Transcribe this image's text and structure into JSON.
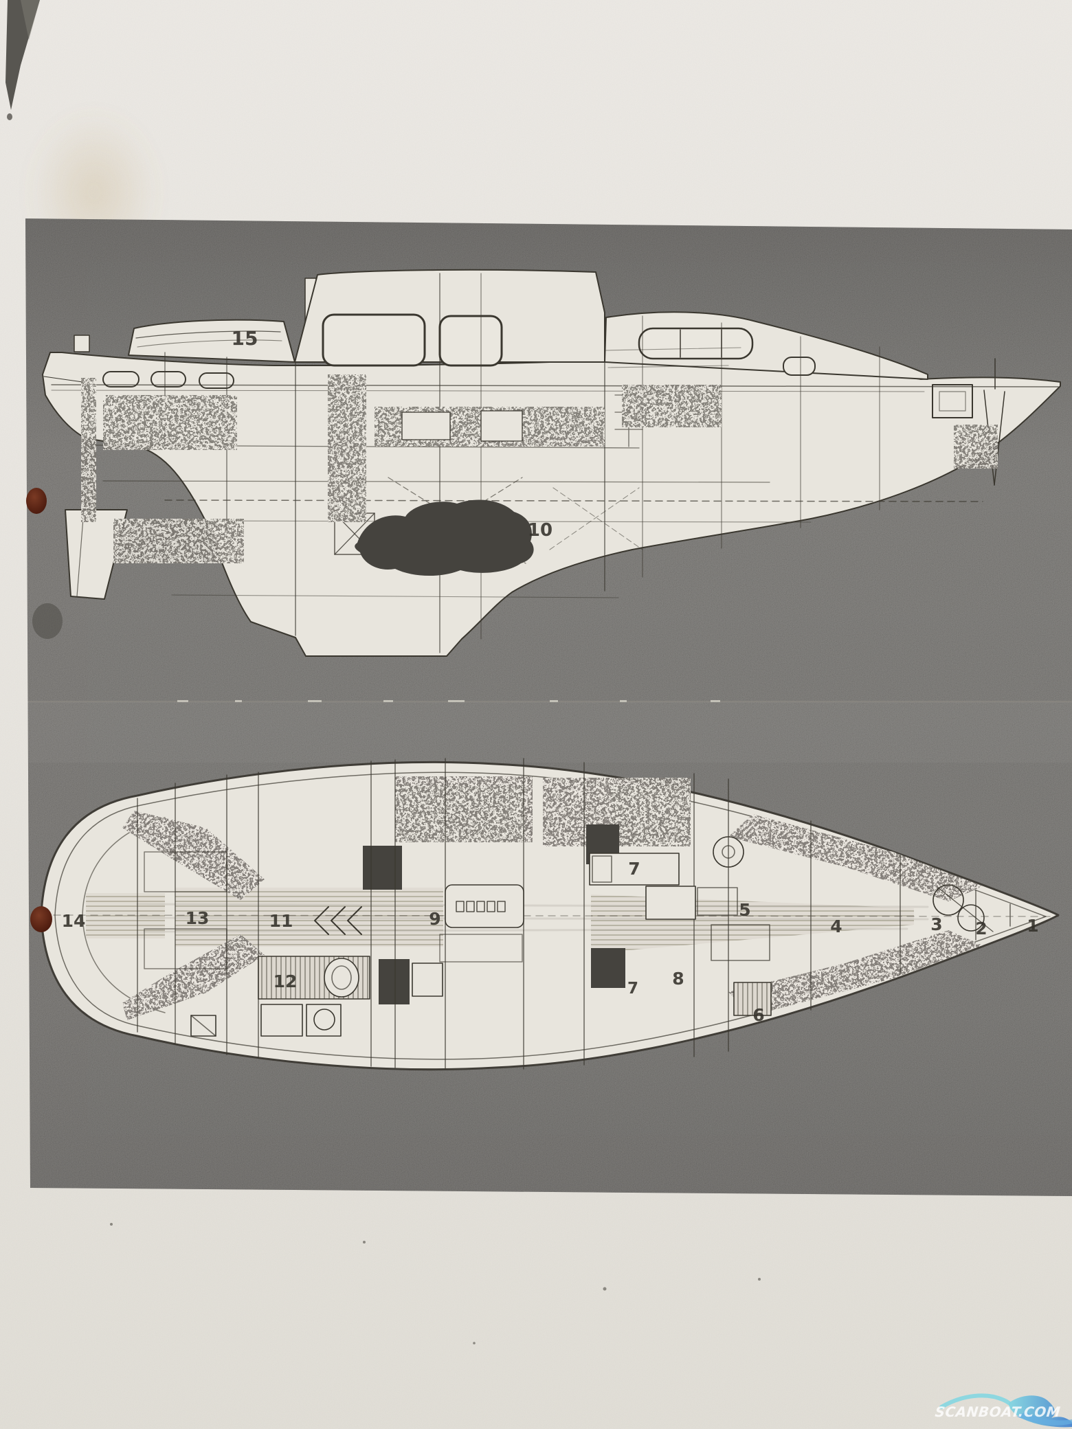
{
  "side_view": {
    "description": "sailboat side elevation drawing, bow facing right",
    "labels": [
      {
        "text": "15"
      },
      {
        "text": "10"
      }
    ]
  },
  "plan_view": {
    "description": "sailboat deck plan drawing, bow facing right",
    "labels": [
      {
        "text": "14"
      },
      {
        "text": "13"
      },
      {
        "text": "11"
      },
      {
        "text": "12"
      },
      {
        "text": "9"
      },
      {
        "text": "7"
      },
      {
        "text": "5"
      },
      {
        "text": "8"
      },
      {
        "text": "7"
      },
      {
        "text": "6"
      },
      {
        "text": "4"
      },
      {
        "text": "3"
      },
      {
        "text": "2"
      },
      {
        "text": "1"
      }
    ]
  },
  "watermark": {
    "text": "SCANBOAT.COM"
  },
  "colors": {
    "paper": "#e9e6e0",
    "paper_low": "#e4e1da",
    "scan_gray": "#6b6965",
    "drawing_paper": "#e8e5dd",
    "ink": "#3a372f",
    "hole_punch": "#5a2418",
    "watermark_text_color": "#ffffff",
    "watermark_cyan": "#7fd6e2",
    "watermark_blue": "#3f7fce"
  }
}
